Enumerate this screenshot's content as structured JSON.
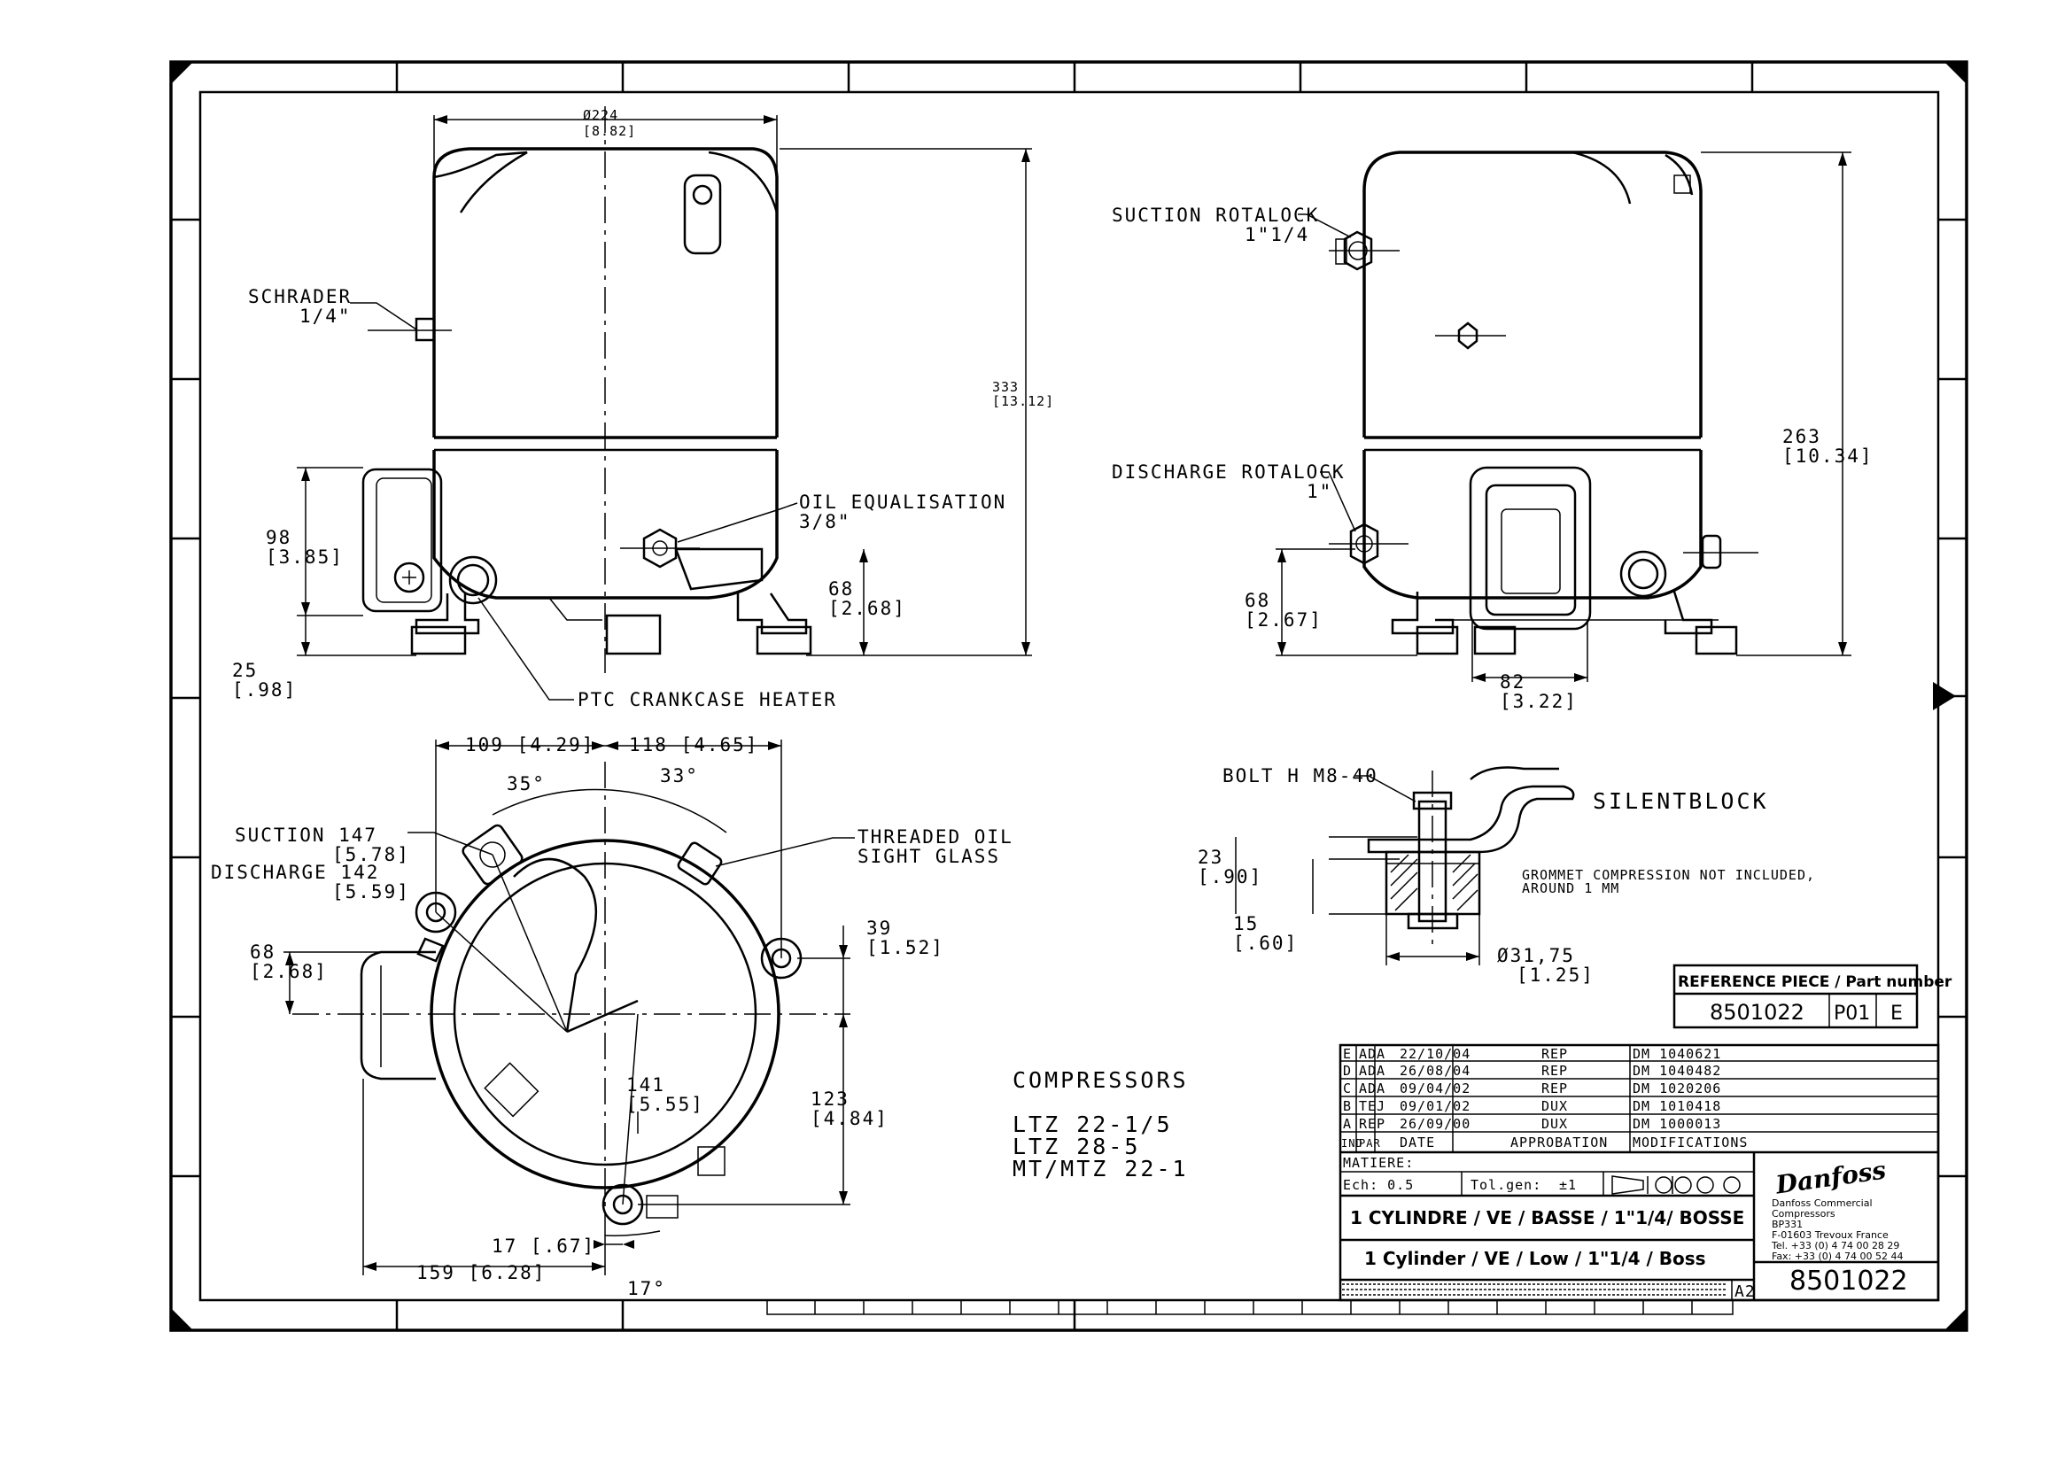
{
  "dimensions": {
    "diameter": "Ø224",
    "diameter_in": "[8.82]",
    "height_333": "333",
    "height_333_in": "[13.12]",
    "h98": "98",
    "h98_in": "[3.85]",
    "h25": "25",
    "h25_in": "[.98]",
    "h68a": "68",
    "h68a_in": "[2.68]",
    "h263": "263",
    "h263_in": "[10.34]",
    "h68b": "68",
    "h68b_in": "[2.67]",
    "w82": "82",
    "w82_in": "[3.22]",
    "w109": "109 [4.29]",
    "w118": "118 [4.65]",
    "ang35": "35°",
    "ang33": "33°",
    "ang17": "17°",
    "suction147": "SUCTION 147",
    "suction147_in": "[5.78]",
    "discharge142": "DISCHARGE 142",
    "discharge142_in": "[5.59]",
    "h68c": "68",
    "h68c_in": "[2.68]",
    "r39": "39",
    "r39_in": "[1.52]",
    "r123": "123",
    "r123_in": "[4.84]",
    "r141": "141",
    "r141_in": "[5.55]",
    "w17": "17 [.67]",
    "w159": "159 [6.28]",
    "h23": "23",
    "h23_in": "[.90]",
    "h15": "15",
    "h15_in": "[.60]",
    "d3175": "Ø31,75",
    "d3175_in": "[1.25]"
  },
  "labels": {
    "schrader": "SCHRADER",
    "schrader_size": "1/4\"",
    "oil_eq": "OIL EQUALISATION",
    "oil_eq_size": "3/8\"",
    "ptc": "PTC CRANKCASE HEATER",
    "suction_rotalock": "SUCTION ROTALOCK",
    "suction_rotalock_size": "1\"1/4",
    "discharge_rotalock": "DISCHARGE ROTALOCK",
    "discharge_rotalock_size": "1\"",
    "threaded_oil": "THREADED OIL",
    "sight_glass": "SIGHT GLASS",
    "bolt": "BOLT H M8-40",
    "silentblock": "SILENTBLOCK",
    "grommet1": "GROMMET COMPRESSION NOT INCLUDED,",
    "grommet2": "AROUND 1 MM"
  },
  "compressors": {
    "title": "COMPRESSORS",
    "models": [
      "LTZ 22-1/5",
      "LTZ 28-5",
      "MT/MTZ 22-1"
    ]
  },
  "reference": {
    "header": "REFERENCE PIECE / Part number",
    "part": "8501022",
    "code": "P01",
    "rev": "E"
  },
  "revisions": [
    {
      "ind": "E",
      "par": "ADA",
      "date": "22/10/04",
      "appro": "REP",
      "modif": "DM 1040621"
    },
    {
      "ind": "D",
      "par": "ADA",
      "date": "26/08/04",
      "appro": "REP",
      "modif": "DM 1040482"
    },
    {
      "ind": "C",
      "par": "ADA",
      "date": "09/04/02",
      "appro": "REP",
      "modif": "DM 1020206"
    },
    {
      "ind": "B",
      "par": "TEJ",
      "date": "09/01/02",
      "appro": "DUX",
      "modif": "DM 1010418"
    },
    {
      "ind": "A",
      "par": "REP",
      "date": "26/09/00",
      "appro": "DUX",
      "modif": "DM 1000013"
    }
  ],
  "rev_headers": {
    "ind": "IND",
    "par": "PAR",
    "date": "DATE",
    "appro": "APPROBATION",
    "modif": "MODIFICATIONS"
  },
  "title_block": {
    "matiere": "MATIERE:",
    "scale": "Ech: 0.5",
    "tol": "Tol.gen:",
    "tol_val": "±1",
    "title_fr": "1 CYLINDRE / VE / BASSE / 1\"1/4/ BOSSE",
    "title_en": "1 Cylinder / VE / Low / 1\"1/4 / Boss",
    "format": "A2",
    "drawing_number": "8501022",
    "logo": "Danfoss",
    "company_lines": [
      "Danfoss Commercial",
      "Compressors",
      "BP331",
      "F-01603 Trevoux France",
      "Tel. +33 (0) 4 74 00 28 29",
      "Fax: +33 (0) 4 74 00 52 44"
    ]
  },
  "colors": {
    "ink": "#000000",
    "paper": "#ffffff"
  }
}
